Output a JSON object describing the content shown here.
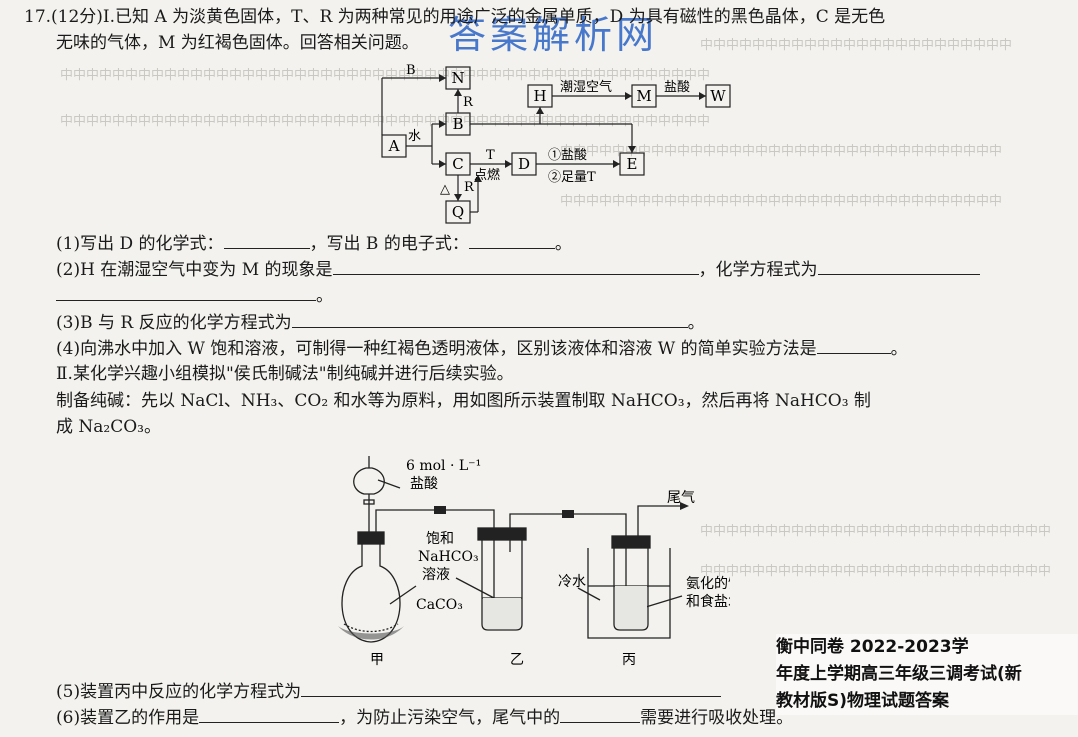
{
  "watermark": "答案解析网",
  "q17": {
    "header": "17.(12分)Ⅰ.已知 A 为淡黄色固体，T、R 为两种常见的用途广泛的金属单质，D 为具有磁性的黑色晶体，C 是无色",
    "header2": "无味的气体，M 为红褐色固体。回答相关问题。",
    "sub1": "(1)写出 D 的化学式：",
    "sub1b": "，写出 B 的电子式：",
    "sub1end": "。",
    "sub2": "(2)H 在潮湿空气中变为 M 的现象是",
    "sub2b": "，化学方程式为",
    "sub3": "(3)B 与 R 反应的化学方程式为",
    "sub3end": "。",
    "sub4": "(4)向沸水中加入 W 饱和溶液，可制得一种红褐色透明液体，区别该液体和溶液 W 的简单实验方法是",
    "sub4end": "。",
    "partII": "Ⅱ.某化学兴趣小组模拟\"侯氏制碱法\"制纯碱并进行后续实验。",
    "prep1": "制备纯碱：先以 NaCl、NH₃、CO₂ 和水等为原料，用如图所示装置制取 NaHCO₃，然后再将 NaHCO₃ 制",
    "prep2": "成 Na₂CO₃。",
    "sub5": "(5)装置丙中反应的化学方程式为",
    "sub6": "(6)装置乙的作用是",
    "sub6b": "，为防止污染空气，尾气中的",
    "sub6c": "需要进行吸收处理。"
  },
  "flow": {
    "A": "A",
    "B": "B",
    "C": "C",
    "D": "D",
    "E": "E",
    "H": "H",
    "M": "M",
    "W": "W",
    "N": "N",
    "Q": "Q",
    "label_B": "B",
    "label_R": "R",
    "label_R2": "R",
    "label_T": "T",
    "label_water": "水",
    "label_ignite": "点燃",
    "label_heat": "△",
    "label_humid": "潮湿空气",
    "label_hcl": "盐酸",
    "label_step1": "①盐酸",
    "label_step2": "②足量T"
  },
  "apparatus": {
    "acid_conc": "6 mol · L⁻¹",
    "acid": "盐酸",
    "tail_gas": "尾气",
    "sat_nahco3_1": "饱和",
    "sat_nahco3_2": "NaHCO₃",
    "sat_nahco3_3": "溶液",
    "caco3": "CaCO₃",
    "cold_water": "冷水",
    "brine_1": "氨化的饱",
    "brine_2": "和食盐水",
    "jia": "甲",
    "yi": "乙",
    "bing": "丙"
  },
  "caption": {
    "line1": "衡中同卷 2022-2023学",
    "line2": "年度上学期高三年级三调考试(新",
    "line3": "教材版S)物理试题答案"
  }
}
